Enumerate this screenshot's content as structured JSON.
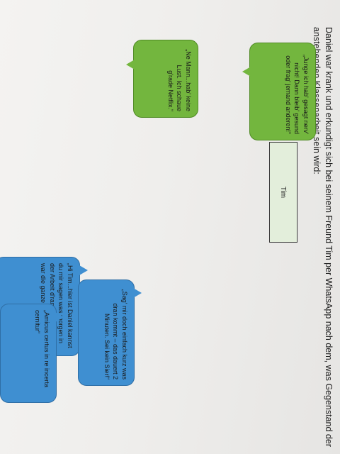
{
  "intro_text": "Daniel war krank und erkundigt sich bei seinem Freund Tim per WhatsApp nach dem, was Gegenstand der anstehenden Klassenarbeit sein wird:",
  "name_label": "Tim",
  "messages": [
    {
      "sender": "Daniel",
      "text": "„Hi Tim...hier ist Daniel kannst du mir sagen was morgen in der Arbeit d'ran kommt? Ich war die ganze Woche krank.“"
    },
    {
      "sender": "Tim",
      "text": "„Ne Mann...hab' keine Lust. Ich schaue g'rade Netflix.“"
    },
    {
      "sender": "Daniel",
      "text": "„Sag' mir doch einfach kurz was dran kommt – das dauert 2 Minuten. Sei kein Sier!“"
    },
    {
      "sender": "Tim",
      "text": "„Junge ich hab' gesagt nerv' nicht! Dann bleib' gesund oder frag' jemand anderen!“"
    },
    {
      "sender": "Daniel",
      "text": "„Amicus certus in re incerta cernitur“"
    }
  ],
  "colors": {
    "daniel_bubble": "#3f8fd1",
    "tim_bubble": "#73b63e",
    "name_box": "#e3eedb"
  }
}
